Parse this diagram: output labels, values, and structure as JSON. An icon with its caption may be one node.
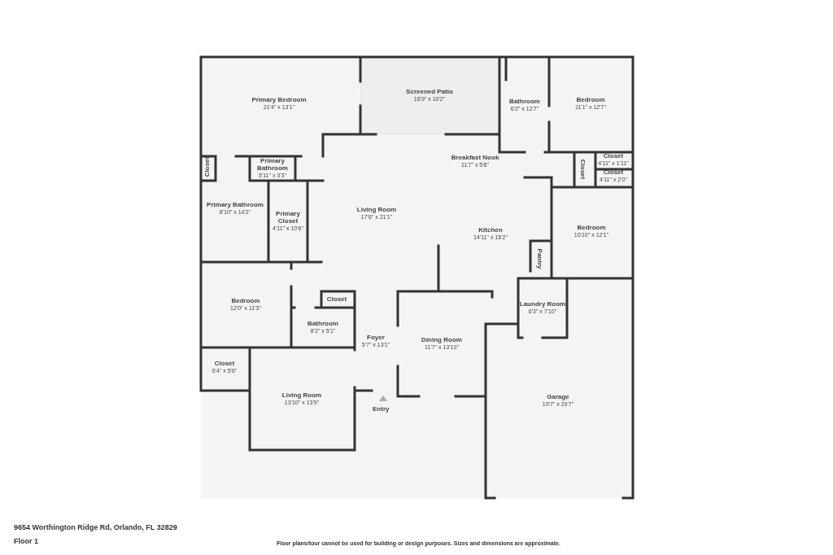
{
  "diagram": {
    "nodes": [
      {
        "text": [
          "Primary Bedroom",
          "21'4\" x 13'1\""
        ]
      },
      {
        "text": [
          "Screened Patio",
          "18'9\" x 10'2\""
        ]
      },
      {
        "text": [
          "Bathroom",
          "6'2\" x 12'7\""
        ]
      },
      {
        "text": [
          "Bedroom",
          "11'1\" x 12'7\""
        ]
      },
      {
        "text": [
          "Breakfast Nook",
          "11'7\" x 5'8\""
        ]
      },
      {
        "text": [
          "Closet",
          "4'11\" x 1'11\""
        ]
      },
      {
        "text": [
          "Closet"
        ]
      },
      {
        "text": [
          "Closet",
          "4'11\" x 2'0\""
        ]
      },
      {
        "text": [
          "Closet"
        ]
      },
      {
        "text": [
          "Primary Bathroom",
          "5'11\" x 3'3\""
        ]
      },
      {
        "text": [
          "Primary Bathroom",
          "8'10\" x 14'2\""
        ]
      },
      {
        "text": [
          "Primary Closet",
          "4'11\" x 10'6\""
        ]
      },
      {
        "text": [
          "Living Room",
          "17'6\" x 21'1\""
        ]
      },
      {
        "text": [
          "Kitchen",
          "14'11\" x 15'2\""
        ]
      },
      {
        "text": [
          "Bedroom",
          "10'10\" x 12'1\""
        ]
      },
      {
        "text": [
          "Pantry"
        ]
      },
      {
        "text": [
          "Closet"
        ]
      },
      {
        "text": [
          "Laundry Room",
          "6'3\" x 7'10\""
        ]
      },
      {
        "text": [
          "Bedroom",
          "12'0\" x 11'3\""
        ]
      },
      {
        "text": [
          "Bathroom",
          "8'2\" x 5'1\""
        ]
      },
      {
        "text": [
          "Foyer",
          "5'7\" x 13'1\""
        ]
      },
      {
        "text": [
          "Dining Room",
          "11'7\" x 13'10\""
        ]
      },
      {
        "text": [
          "Closet",
          "6'4\" x 5'6\""
        ]
      },
      {
        "text": [
          "Living Room",
          "13'10\" x 13'9\""
        ]
      },
      {
        "text": [
          "Garage",
          "19'7\" x 29'7\""
        ]
      }
    ],
    "labels": [
      "Entry",
      "9654 Worthington Ridge Rd, Orlando, FL 32829",
      "Floor 1",
      "Floor plans/tour cannot be used for building or design purposes. Sizes and dimensions are approximate."
    ]
  }
}
